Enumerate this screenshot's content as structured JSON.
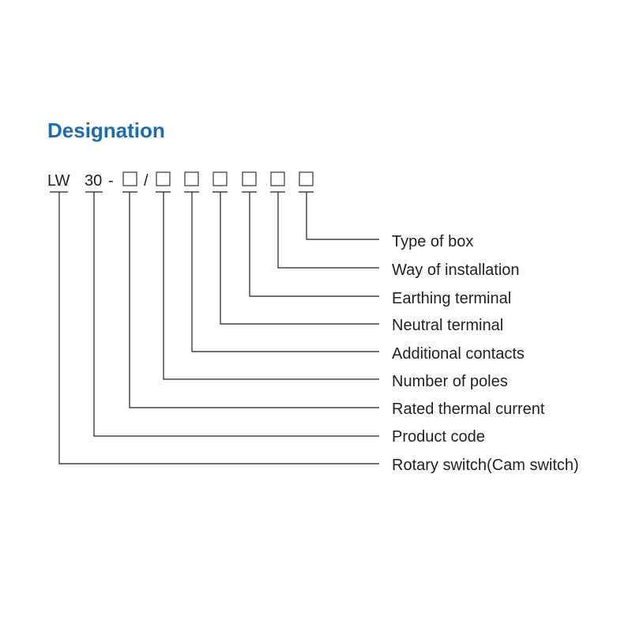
{
  "title": "Designation",
  "title_color": "#1a6db3",
  "text_color": "#231f20",
  "code": {
    "prefix": "LW",
    "current": "30",
    "dash": "-",
    "slash": "/"
  },
  "labels": [
    "Type of box",
    "Way of installation",
    "Earthing terminal",
    "Neutral terminal",
    "Additional contacts",
    "Number of poles",
    "Rated thermal current",
    "Product code",
    "Rotary switch(Cam switch)"
  ]
}
